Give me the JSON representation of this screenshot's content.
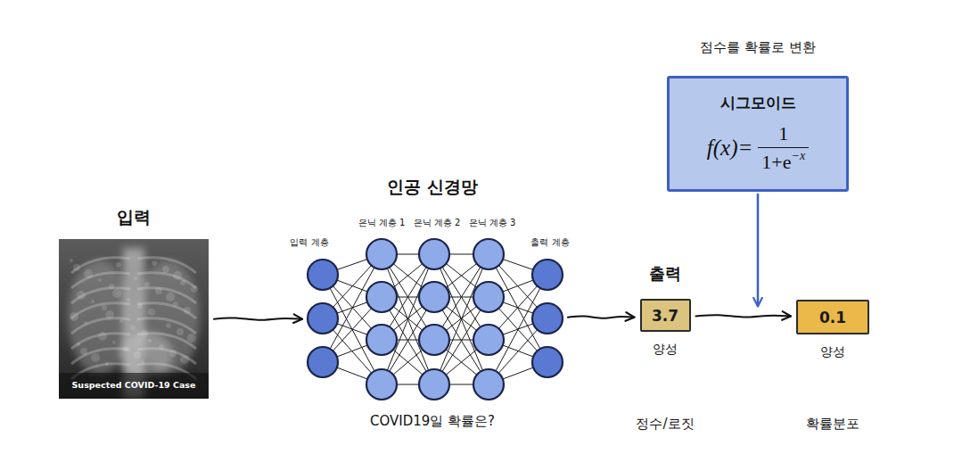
{
  "diagram": {
    "nodes": [
      {
        "text": [
          "입력",
          "Suspected COVID-19 Case"
        ]
      },
      {
        "text": [
          "인공 신경망",
          "입력 계층",
          "은닉 계층 1",
          "은닉 계층 2",
          "은닉 계층 3",
          "출력 계층",
          "COVID19일 확률은?"
        ]
      },
      {
        "text": [
          "출력",
          "3.7",
          "양성"
        ]
      },
      {
        "text": [
          "0.1",
          "양성"
        ]
      },
      {
        "text": [
          "점수를 확률로 변환",
          "시그모이드",
          "f(x)=",
          "1",
          "1+e",
          "−x"
        ]
      }
    ],
    "edges": [
      {
        "from": 0,
        "to": 1,
        "arrow": "to"
      },
      {
        "from": 1,
        "to": 2,
        "arrow": "to"
      },
      {
        "from": 2,
        "to": 3,
        "arrow": "to"
      }
    ],
    "labels": [
      "정수/로짓",
      "확률분포"
    ]
  }
}
